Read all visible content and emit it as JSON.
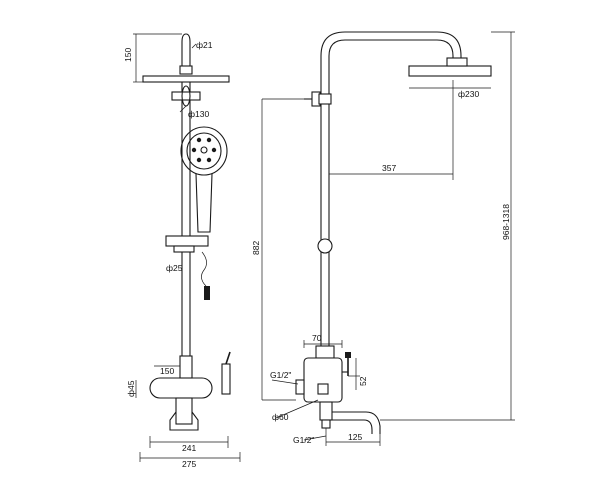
{
  "drawing": {
    "dims": {
      "head_height": "150",
      "arm_dia": "ф21",
      "handshower_dia": "ф130",
      "rail_dia": "ф25",
      "mixer_height": "150",
      "body_dia": "ф45",
      "width_inner": "241",
      "width_total": "275",
      "overhead_dia": "ф230",
      "arm_reach": "357",
      "total_height": "968-1318",
      "rail_height": "882",
      "center_offset": "70",
      "small_rise": "52",
      "inlet_thread": "G1/2\"",
      "flange_dia": "ф60",
      "spout_thread": "G1/2\"",
      "spout_reach": "125"
    }
  }
}
